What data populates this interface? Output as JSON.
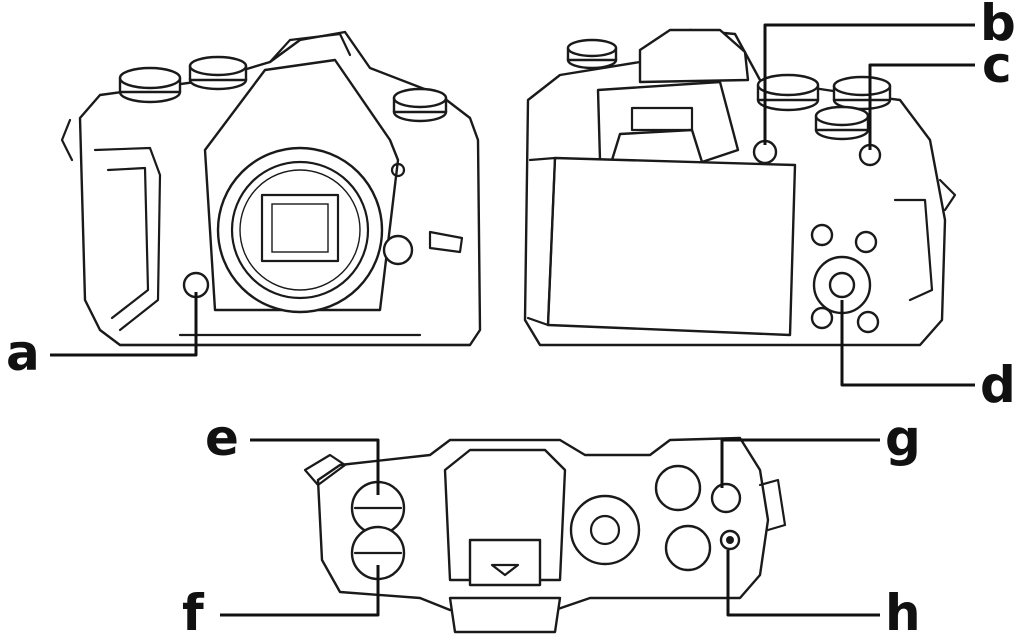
{
  "callouts": {
    "a": "a",
    "b": "b",
    "c": "c",
    "d": "d",
    "e": "e",
    "f": "f",
    "g": "g",
    "h": "h"
  },
  "colors": {
    "line": "#1a1a1a",
    "background": "#ffffff"
  }
}
